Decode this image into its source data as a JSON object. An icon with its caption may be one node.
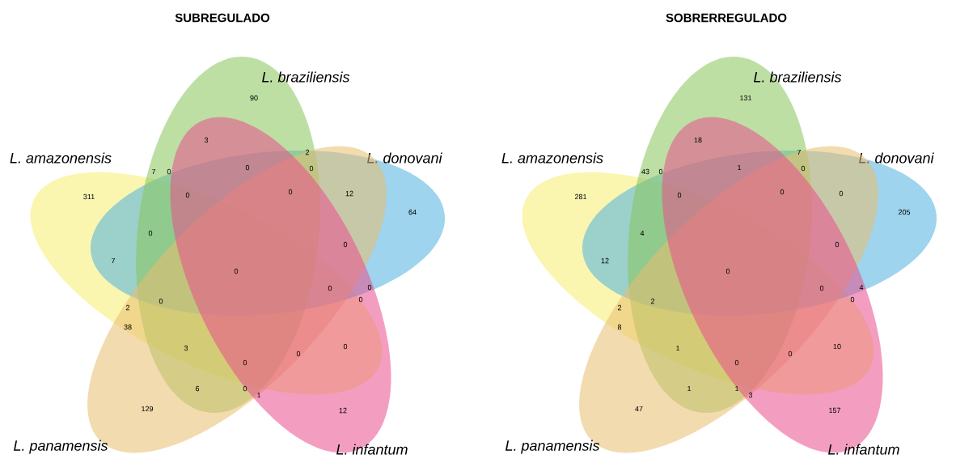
{
  "diagram": {
    "nodes": [
      {
        "text": [
          "L. braziliensis"
        ]
      },
      {
        "text": [
          "L. amazonensis"
        ]
      },
      {
        "text": [
          "L. donovani"
        ]
      },
      {
        "text": [
          "L. panamensis"
        ]
      },
      {
        "text": [
          "L. infantum"
        ]
      },
      {
        "text": [
          "L. braziliensis"
        ]
      },
      {
        "text": [
          "L. amazonensis"
        ]
      },
      {
        "text": [
          "L. donovani"
        ]
      },
      {
        "text": [
          "L. panamensis"
        ]
      },
      {
        "text": [
          "L. infantum"
        ]
      }
    ],
    "labels": [
      "SUBREGULADO",
      "SOBRERREGULADO",
      "90",
      "3",
      "2",
      "7",
      "0",
      "0",
      "0",
      "311",
      "0",
      "0",
      "12",
      "64",
      "0",
      "0",
      "7",
      "0",
      "0",
      "0",
      "0",
      "2",
      "0",
      "38",
      "3",
      "0",
      "0",
      "0",
      "6",
      "0",
      "1",
      "129",
      "12",
      "131",
      "18",
      "7",
      "43",
      "0",
      "1",
      "0",
      "281",
      "0",
      "0",
      "0",
      "205",
      "4",
      "0",
      "12",
      "0",
      "0",
      "4",
      "0",
      "2",
      "2",
      "8",
      "1",
      "0",
      "10",
      "0",
      "1",
      "1",
      "3",
      "47",
      "157"
    ]
  }
}
